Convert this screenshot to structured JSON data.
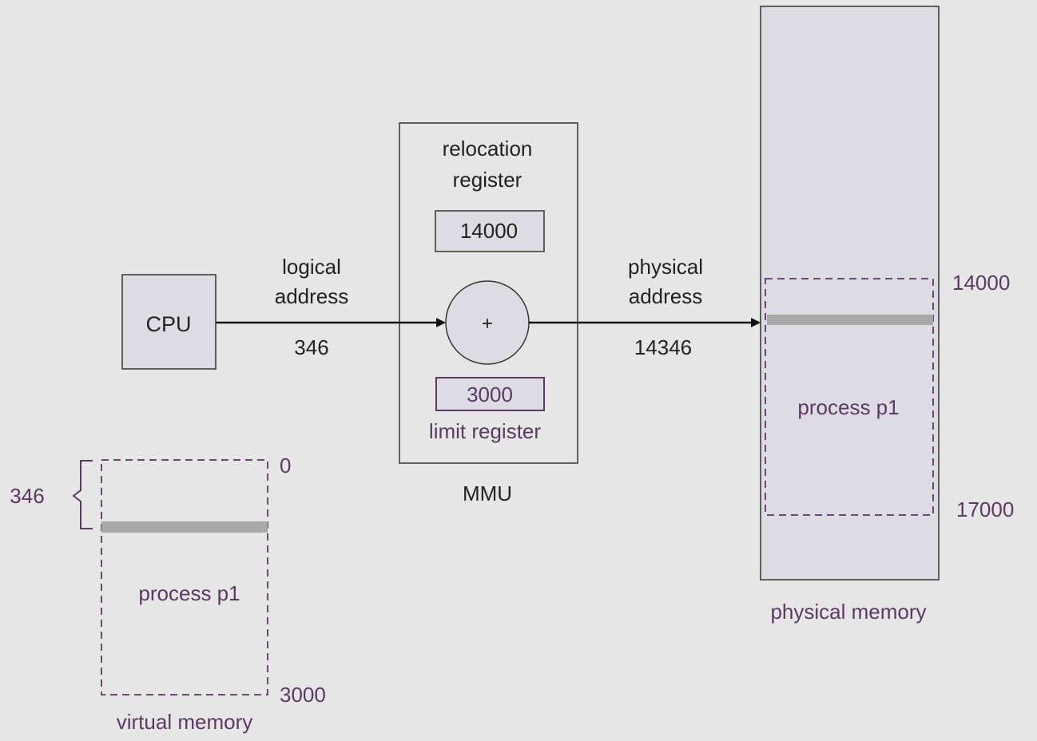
{
  "colors": {
    "background": "#e6e6e6",
    "box_fill": "#dcdce2",
    "memory_fill": "#dcdce2",
    "line": "#222222",
    "text": "#222222",
    "accent_purple": "#5a3a62",
    "dashed_border": "#6a4a70",
    "address_bar": "#a8a8a8"
  },
  "cpu": {
    "label": "CPU"
  },
  "logical": {
    "label_line1": "logical",
    "label_line2": "address",
    "value": "346"
  },
  "mmu": {
    "relocation_line1": "relocation",
    "relocation_line2": "register",
    "relocation_value": "14000",
    "adder_symbol": "+",
    "limit_value": "3000",
    "limit_label": "limit register",
    "caption": "MMU"
  },
  "physical_addr": {
    "label_line1": "physical",
    "label_line2": "address",
    "value": "14346"
  },
  "physical_memory": {
    "process_label": "process p1",
    "start": "14000",
    "end": "17000",
    "caption": "physical memory"
  },
  "virtual_memory": {
    "offset_label": "346",
    "process_label": "process p1",
    "start": "0",
    "end": "3000",
    "caption": "virtual memory"
  }
}
